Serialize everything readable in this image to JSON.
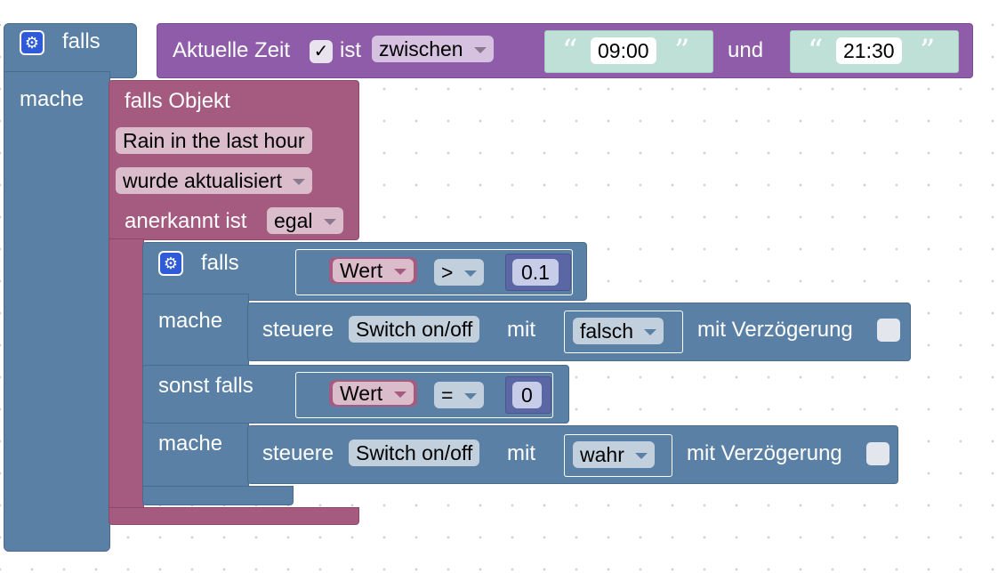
{
  "if_block": {
    "label": "falls",
    "do_label": "mache"
  },
  "time_check": {
    "label": "Aktuelle Zeit",
    "checkbox": "✓",
    "is_label": "ist",
    "mode": "zwischen",
    "start": "09:00",
    "and_label": "und",
    "end": "21:30",
    "open_quote": "“",
    "close_quote": "”"
  },
  "trigger": {
    "title": "falls Objekt",
    "object_name": "Rain in the last hour",
    "event": "wurde aktualisiert",
    "ack_label": "anerkannt ist",
    "ack_value": "egal"
  },
  "inner_if": {
    "if_label": "falls",
    "do_label": "mache",
    "elseif_label": "sonst falls",
    "do2_label": "mache"
  },
  "cond1": {
    "left": "Wert",
    "op": ">",
    "value": "0.1"
  },
  "action1": {
    "prefix": "steuere",
    "target": "Switch on/off",
    "with_label": "mit",
    "value": "falsch",
    "delay_label": "mit Verzögerung"
  },
  "cond2": {
    "left": "Wert",
    "op": "=",
    "value": "0"
  },
  "action2": {
    "prefix": "steuere",
    "target": "Switch on/off",
    "with_label": "mit",
    "value": "wahr",
    "delay_label": "mit Verzögerung"
  },
  "icons": {
    "gear": "⚙"
  },
  "colors": {
    "control_blue": "#5b80a5",
    "time_purple": "#8e5ca8",
    "trigger_pink": "#a55b80",
    "string_green": "#bfe0d6",
    "number_indigo": "#5b67a5",
    "gear_blue": "#2f5bd8"
  }
}
